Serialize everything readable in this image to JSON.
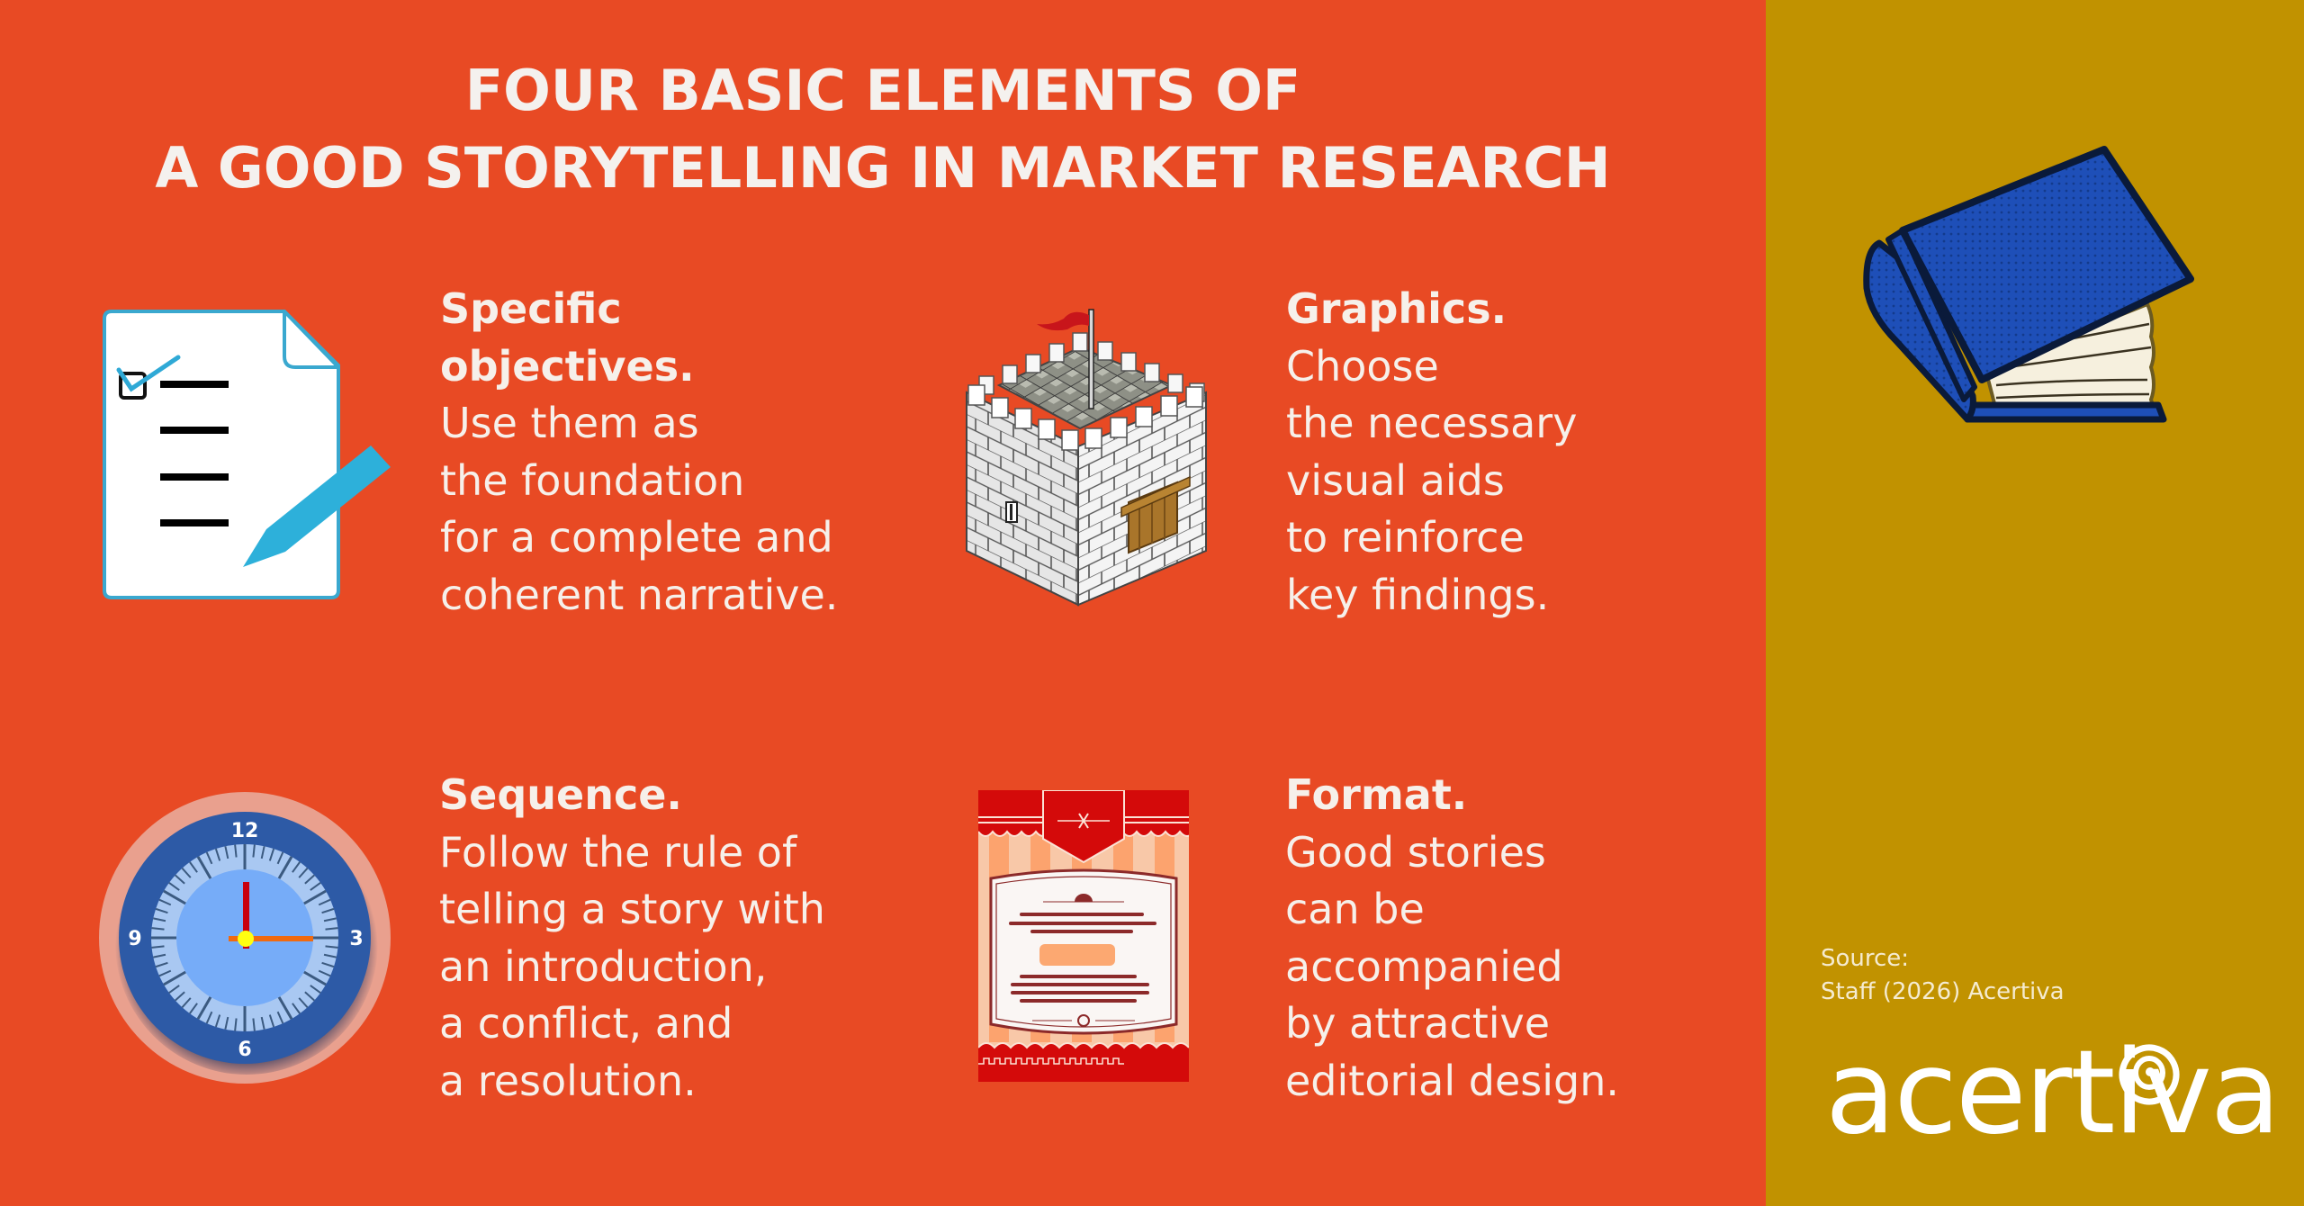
{
  "colors": {
    "main_bg": "#E84A24",
    "side_bg": "#C19200",
    "text": "#F6F0EA"
  },
  "title": {
    "line1": "FOUR BASIC ELEMENTS OF",
    "line2": "A GOOD STORYTELLING IN MARKET RESEARCH"
  },
  "elements": [
    {
      "icon": "checklist-document-icon",
      "heading": [
        "Specific",
        "objectives."
      ],
      "body": [
        "Use them as",
        "the foundation",
        "for a complete and",
        "coherent narrative."
      ]
    },
    {
      "icon": "castle-tower-icon",
      "heading": [
        "Graphics."
      ],
      "body": [
        "Choose",
        "the necessary",
        "visual aids",
        "to reinforce",
        "key findings."
      ]
    },
    {
      "icon": "clock-icon",
      "heading": [
        "Sequence."
      ],
      "body": [
        "Follow the rule of",
        "telling a story with",
        "an introduction,",
        "a conflict, and",
        "a resolution."
      ],
      "clock_labels": [
        "12",
        "3",
        "6",
        "9"
      ]
    },
    {
      "icon": "editorial-poster-icon",
      "heading": [
        "Format."
      ],
      "body": [
        "Good stories",
        "can be",
        "accompanied",
        "by attractive",
        "editorial design."
      ]
    }
  ],
  "side": {
    "icon": "book-icon",
    "source_label": "Source:",
    "source_value": "Staff (2026) Acertiva",
    "logo_text": "acertiva"
  }
}
